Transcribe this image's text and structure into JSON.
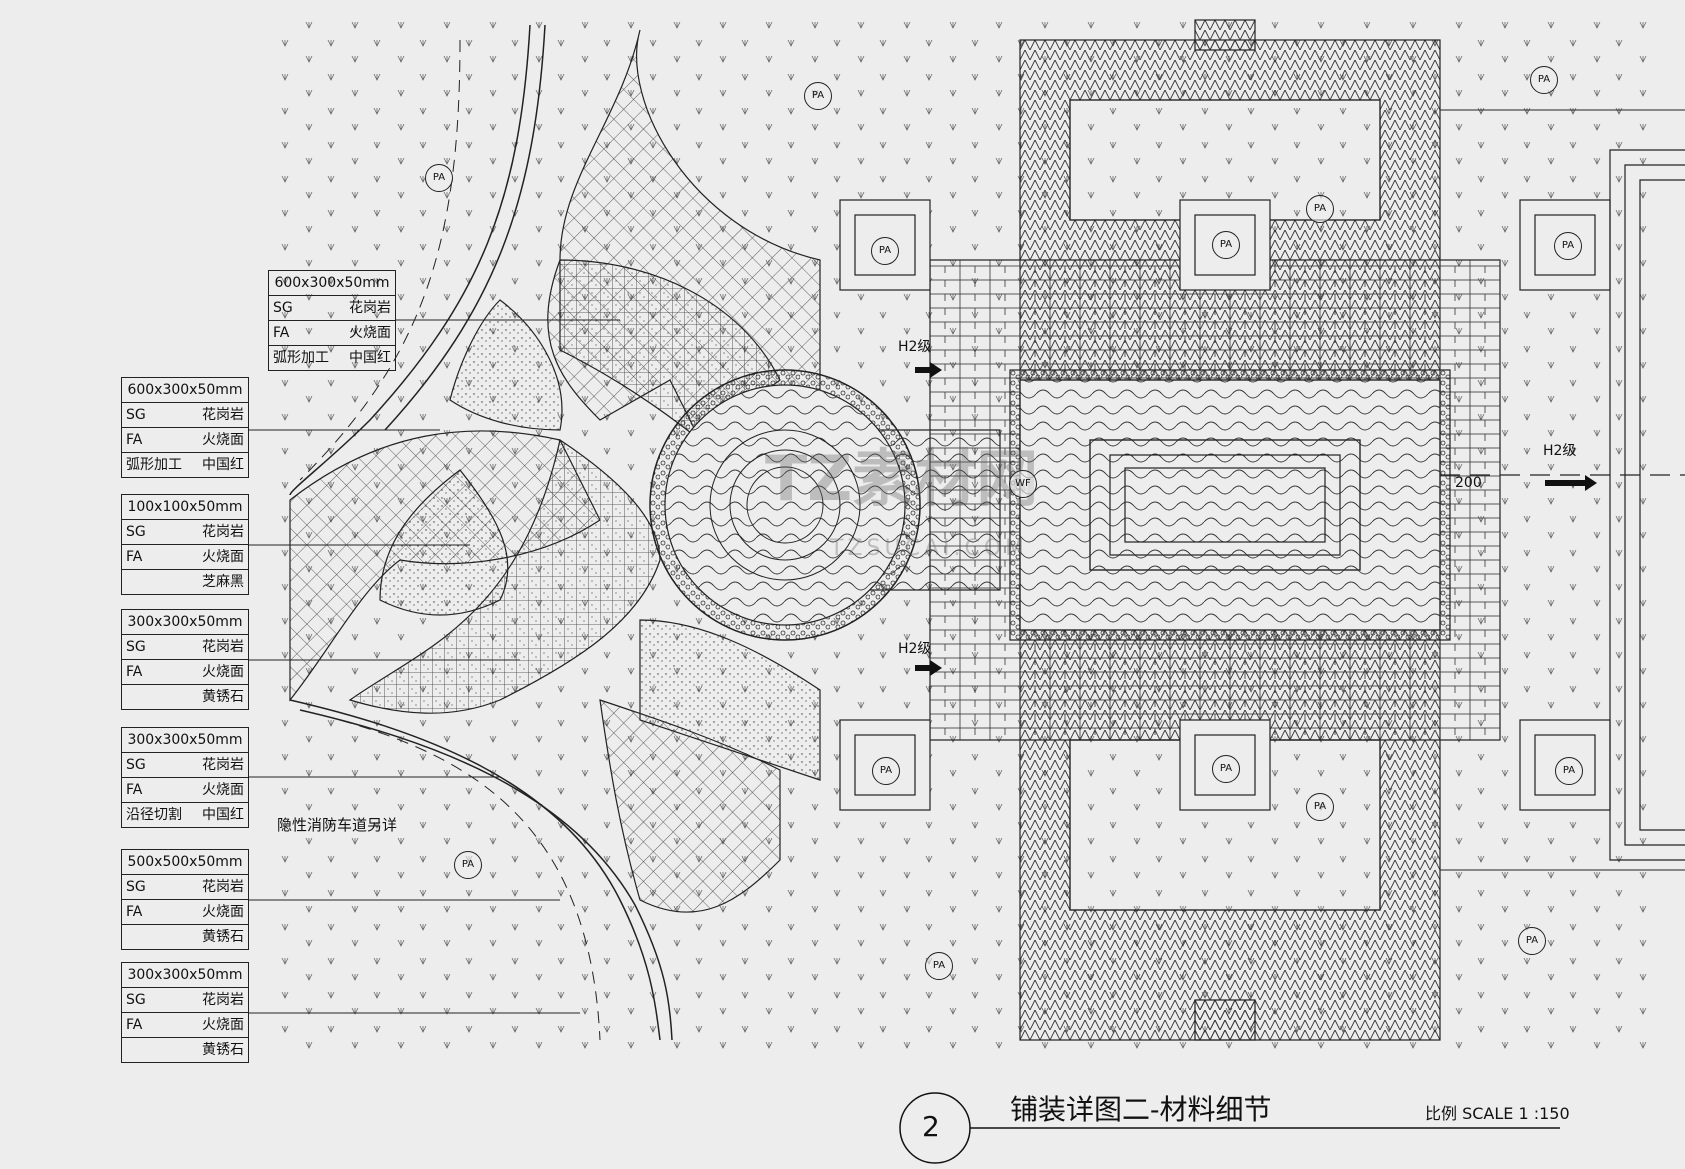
{
  "legends": [
    {
      "size": "600x300x50mm",
      "rows": [
        [
          "SG",
          "花岗岩"
        ],
        [
          "FA",
          "火烧面"
        ],
        [
          "弧形加工",
          "中国红"
        ]
      ]
    },
    {
      "size": "600x300x50mm",
      "rows": [
        [
          "SG",
          "花岗岩"
        ],
        [
          "FA",
          "火烧面"
        ],
        [
          "弧形加工",
          "中国红"
        ]
      ]
    },
    {
      "size": "100x100x50mm",
      "rows": [
        [
          "SG",
          "花岗岩"
        ],
        [
          "FA",
          "火烧面"
        ],
        [
          "",
          "芝麻黑"
        ]
      ]
    },
    {
      "size": "300x300x50mm",
      "rows": [
        [
          "SG",
          "花岗岩"
        ],
        [
          "FA",
          "火烧面"
        ],
        [
          "",
          "黄锈石"
        ]
      ]
    },
    {
      "size": "300x300x50mm",
      "rows": [
        [
          "SG",
          "花岗岩"
        ],
        [
          "FA",
          "火烧面"
        ],
        [
          "沿径切割",
          "中国红"
        ]
      ]
    },
    {
      "size": "500x500x50mm",
      "rows": [
        [
          "SG",
          "花岗岩"
        ],
        [
          "FA",
          "火烧面"
        ],
        [
          "",
          "黄锈石"
        ]
      ]
    },
    {
      "size": "300x300x50mm",
      "rows": [
        [
          "SG",
          "花岗岩"
        ],
        [
          "FA",
          "火烧面"
        ],
        [
          "",
          "黄锈石"
        ]
      ]
    }
  ],
  "annotations": {
    "fire_lane": "隐性消防车道另详",
    "steps_left_top": "H2级",
    "steps_left_bottom": "H2级",
    "steps_right": "H2级",
    "dimension": "200",
    "fountain_tag": "WF",
    "planting_tag": "PA"
  },
  "title": {
    "number": "2",
    "text": "铺装详图二-材料细节",
    "scale": "比例  SCALE 1 :150"
  },
  "watermark": {
    "main": "TZ素材网",
    "sub": "TZSUCAI.COM"
  },
  "colors": {
    "ink": "#111111",
    "paper": "#ededed",
    "hatch": "#555555"
  }
}
